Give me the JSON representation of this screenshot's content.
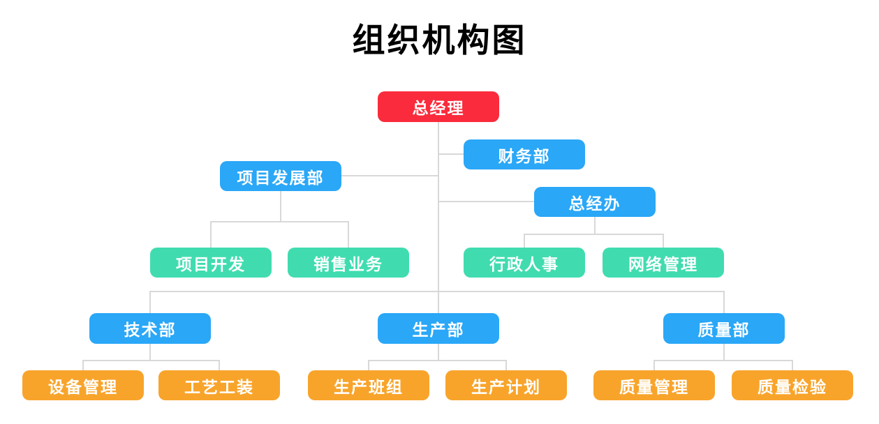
{
  "title": "组织机构图",
  "colors": {
    "root": "#fa2b3c",
    "dept": "#2aa7f7",
    "team": "#40dcb0",
    "unit": "#f8a42b",
    "line": "#d8d8d8",
    "text": "#ffffff",
    "title": "#000000"
  },
  "nodes": {
    "general_manager": "总经理",
    "finance_dept": "财务部",
    "project_dev_dept": "项目发展部",
    "gm_office": "总经办",
    "project_dev": "项目开发",
    "sales_business": "销售业务",
    "admin_hr": "行政人事",
    "network_mgmt": "网络管理",
    "tech_dept": "技术部",
    "production_dept": "生产部",
    "quality_dept": "质量部",
    "equipment_mgmt": "设备管理",
    "process_tooling": "工艺工装",
    "production_team": "生产班组",
    "production_plan": "生产计划",
    "quality_mgmt": "质量管理",
    "quality_inspection": "质量检验"
  },
  "org_structure": {
    "label": "总经理",
    "children": [
      {
        "label": "财务部",
        "children": []
      },
      {
        "label": "项目发展部",
        "children": [
          {
            "label": "项目开发"
          },
          {
            "label": "销售业务"
          }
        ]
      },
      {
        "label": "总经办",
        "children": [
          {
            "label": "行政人事"
          },
          {
            "label": "网络管理"
          }
        ]
      },
      {
        "label": "技术部",
        "children": [
          {
            "label": "设备管理"
          },
          {
            "label": "工艺工装"
          }
        ]
      },
      {
        "label": "生产部",
        "children": [
          {
            "label": "生产班组"
          },
          {
            "label": "生产计划"
          }
        ]
      },
      {
        "label": "质量部",
        "children": [
          {
            "label": "质量管理"
          },
          {
            "label": "质量检验"
          }
        ]
      }
    ]
  }
}
